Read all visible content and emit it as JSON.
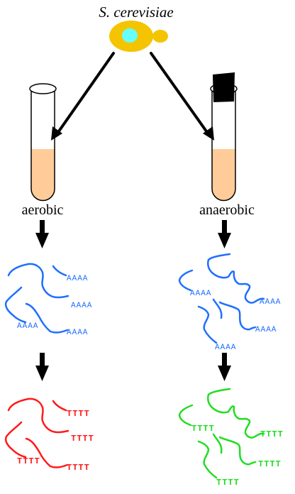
{
  "organism": {
    "name": "S. cerevisiae"
  },
  "conditions": {
    "left": {
      "label": "aerobic"
    },
    "right": {
      "label": "anaerobic"
    }
  },
  "tails": {
    "polyA": "AAAA",
    "polyT": "TTTT"
  },
  "colors": {
    "yeast_body": "#f5c400",
    "yeast_nucleus": "#66ffff",
    "culture": "#ffcc99",
    "mrna": "#1f6fff",
    "cdna_aerobic": "#ff1a1a",
    "cdna_anaerobic": "#22dd22",
    "seal": "#000000"
  }
}
